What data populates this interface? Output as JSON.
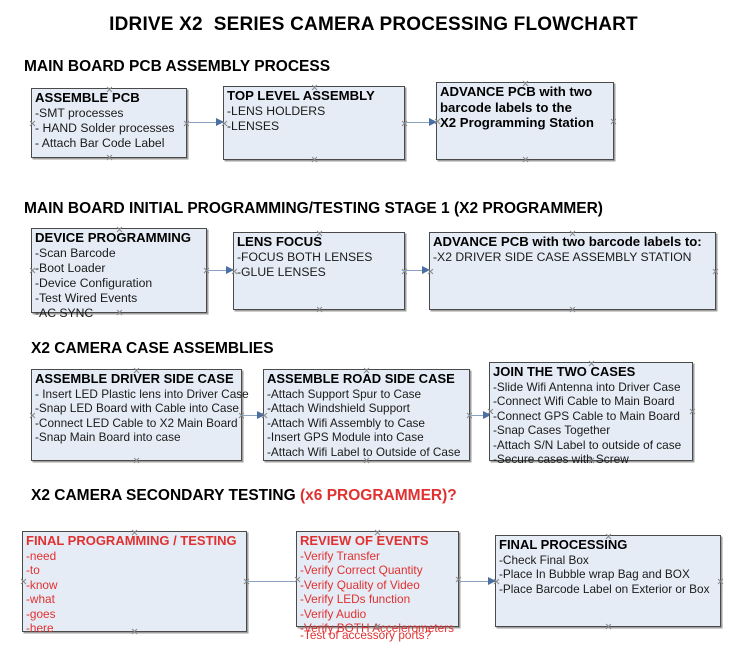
{
  "document": {
    "title": "IDRIVE X2  SERIES CAMERA PROCESSING FLOWCHART"
  },
  "colors": {
    "box_fill": "#e6ecf5",
    "box_border": "#4a4a4a",
    "accent_red": "#e03131",
    "arrow": "#4a6fa5",
    "text": "#000000"
  },
  "sections": [
    {
      "id": "main-board-pcb-assembly",
      "heading": "MAIN BOARD PCB ASSEMBLY PROCESS",
      "heading_accent": "",
      "boxes": [
        {
          "id": "assemble-pcb",
          "title": "ASSEMBLE PCB",
          "lines": [
            "-SMT processes",
            "- HAND Solder processes",
            "- Attach Bar Code Label"
          ]
        },
        {
          "id": "top-level-assembly",
          "title": "TOP LEVEL ASSEMBLY",
          "lines": [
            "-LENS HOLDERS",
            "-LENSES"
          ]
        },
        {
          "id": "advance-pcb-programming-station",
          "title": "ADVANCE PCB with two",
          "lines": [
            "barcode labels to the",
            " X2 Programming Station"
          ]
        }
      ]
    },
    {
      "id": "main-board-initial-programming",
      "heading": "MAIN BOARD INITIAL PROGRAMMING/TESTING STAGE 1 (X2 PROGRAMMER)",
      "heading_accent": "",
      "boxes": [
        {
          "id": "device-programming",
          "title": "DEVICE PROGRAMMING",
          "lines": [
            "-Scan Barcode",
            "-Boot Loader",
            "-Device Configuration",
            "-Test Wired Events",
            "-AC SYNC"
          ]
        },
        {
          "id": "lens-focus",
          "title": "LENS FOCUS",
          "lines": [
            "-FOCUS BOTH LENSES",
            "-GLUE LENSES"
          ]
        },
        {
          "id": "advance-pcb-driver-side-station",
          "title": "ADVANCE PCB with two barcode labels to:",
          "lines": [
            "-X2 DRIVER  SIDE  CASE  ASSEMBLY STATION"
          ]
        }
      ]
    },
    {
      "id": "x2-camera-case-assemblies",
      "heading": "X2 CAMERA CASE ASSEMBLIES",
      "heading_accent": "",
      "boxes": [
        {
          "id": "assemble-driver-side-case",
          "title": "ASSEMBLE DRIVER SIDE CASE",
          "lines": [
            "- Insert LED Plastic lens into Driver Case",
            "-Snap LED Board with Cable into Case",
            "-Connect LED Cable to X2 Main Board",
            "-Snap Main Board into case"
          ]
        },
        {
          "id": "assemble-road-side-case",
          "title": "ASSEMBLE ROAD SIDE CASE",
          "lines": [
            "-Attach Support Spur to Case",
            "-Attach Windshield Support",
            "-Attach Wifi Assembly to Case",
            "-Insert GPS Module into Case",
            "-Attach Wifi Label to Outside of Case"
          ]
        },
        {
          "id": "join-the-two-cases",
          "title": "JOIN THE TWO CASES",
          "lines": [
            "-Slide Wifi Antenna into Driver Case",
            "-Connect Wifi Cable to Main Board",
            "-Connect GPS Cable to Main Board",
            "-Snap Cases Together",
            "-Attach S/N Label to outside of case",
            "-Secure cases with Screw"
          ]
        }
      ]
    },
    {
      "id": "x2-camera-secondary-testing",
      "heading": "X2 CAMERA SECONDARY TESTING ",
      "heading_accent": "(x6 PROGRAMMER)?",
      "boxes": [
        {
          "id": "final-programming-testing",
          "title": "FINAL PROGRAMMING / TESTING",
          "lines": [
            "-need",
            "-to",
            "-know",
            "-what",
            "-goes",
            "-here"
          ]
        },
        {
          "id": "review-of-events",
          "title": "REVIEW OF EVENTS",
          "lines": [
            "-Verify Transfer",
            "-Verify Correct Quantity",
            "-Verify Quality of Video",
            "-Verify LEDs function",
            "-Verify Audio",
            "-Verify BOTH Accelerometers"
          ],
          "overflow_line": "-Test of accessory ports?"
        },
        {
          "id": "final-processing",
          "title": "FINAL PROCESSING",
          "lines": [
            " -Check Final Box",
            "-Place In Bubble wrap Bag and BOX",
            "-Place Barcode Label on Exterior or Box"
          ]
        }
      ]
    }
  ]
}
